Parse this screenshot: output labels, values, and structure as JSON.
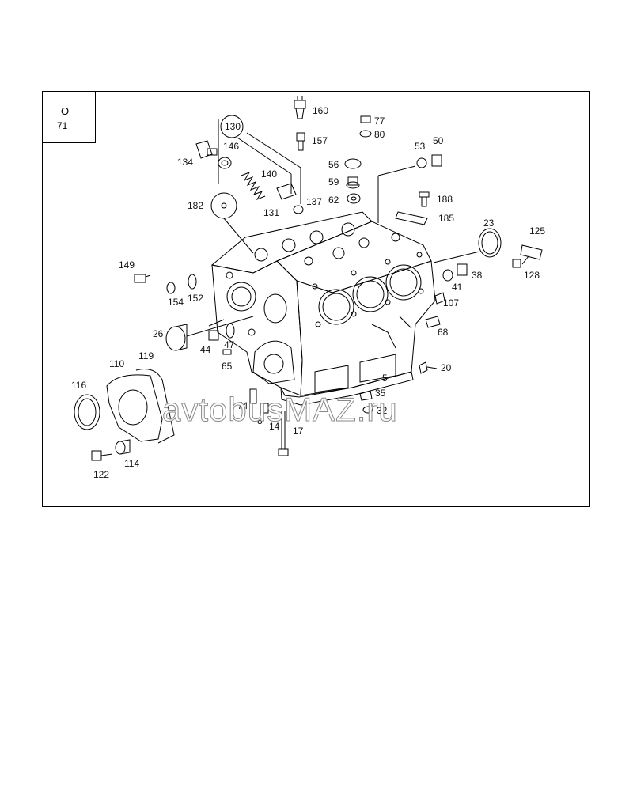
{
  "group": {
    "symbol": "O",
    "number": "71"
  },
  "watermark": "avtobusMAZ.ru",
  "callouts": [
    "160",
    "130",
    "77",
    "80",
    "157",
    "146",
    "134",
    "140",
    "56",
    "53",
    "50",
    "59",
    "62",
    "188",
    "137",
    "131",
    "182",
    "185",
    "23",
    "125",
    "149",
    "154",
    "152",
    "41",
    "38",
    "128",
    "107",
    "26",
    "44",
    "47",
    "68",
    "119",
    "65",
    "20",
    "110",
    "5",
    "35",
    "116",
    "74",
    "32",
    "8",
    "14",
    "17",
    "114",
    "122"
  ],
  "colors": {
    "line": "#000000",
    "paper": "#ffffff"
  }
}
